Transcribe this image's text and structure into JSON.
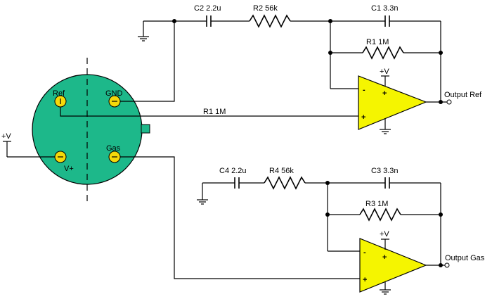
{
  "sensor": {
    "pins": {
      "ref": "Ref",
      "gnd": "GND",
      "vplus": "V+",
      "gas": "Gas"
    },
    "body_color": "#1db88a",
    "pin_color": "#f5d90a"
  },
  "supply_label": "+V",
  "ref_circuit": {
    "c2": "C2 2.2u",
    "r2": "R2 56k",
    "c1": "C1 3.3n",
    "r1_feedback": "R1 1M",
    "r1_input": "R1 1M",
    "opamp_supply": "+V",
    "output": "Output Ref",
    "minus": "-",
    "plus": "+",
    "in_minus": "-",
    "in_plus": "+"
  },
  "gas_circuit": {
    "c4": "C4 2.2u",
    "r4": "R4 56k",
    "c3": "C3 3.3n",
    "r3": "R3 1M",
    "opamp_supply": "+V",
    "output": "Output Gas",
    "minus": "-",
    "plus": "+",
    "in_minus": "-",
    "in_plus": "+"
  },
  "colors": {
    "opamp_fill": "#f5f500",
    "wire": "#000000"
  }
}
